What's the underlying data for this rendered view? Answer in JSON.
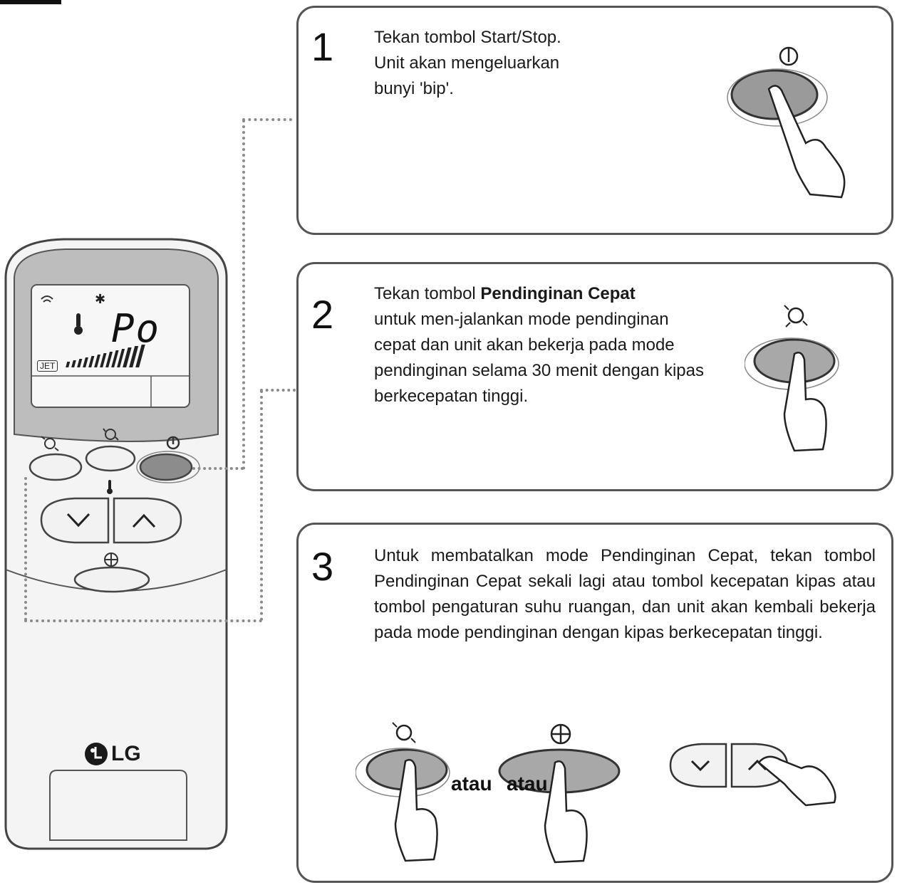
{
  "steps": [
    {
      "number": "1",
      "lines": [
        "Tekan tombol Start/Stop.",
        "Unit akan mengeluarkan",
        "bunyi 'bip'."
      ]
    },
    {
      "number": "2",
      "prefix": "Tekan tombol ",
      "bold": "Pendinginan Cepat",
      "rest": "untuk men-jalankan mode pendinginan cepat dan unit akan bekerja pada mode pendinginan selama 30 menit dengan kipas berkecepatan tinggi."
    },
    {
      "number": "3",
      "text": "Untuk membatalkan mode Pendinginan Cepat, tekan tombol Pendinginan Cepat sekali lagi atau tombol kecepatan kipas atau tombol pengaturan suhu ruangan, dan unit akan kembali bekerja pada mode pendinginan dengan kipas berkecepatan tinggi."
    }
  ],
  "or_labels": [
    "atau",
    "atau"
  ],
  "remote": {
    "display_code": "Po",
    "jet_label": "JET",
    "brand": "LG"
  },
  "colors": {
    "panel_border": "#555555",
    "button_gray": "#a8a8a8",
    "start_button": "#8c8c8c"
  }
}
